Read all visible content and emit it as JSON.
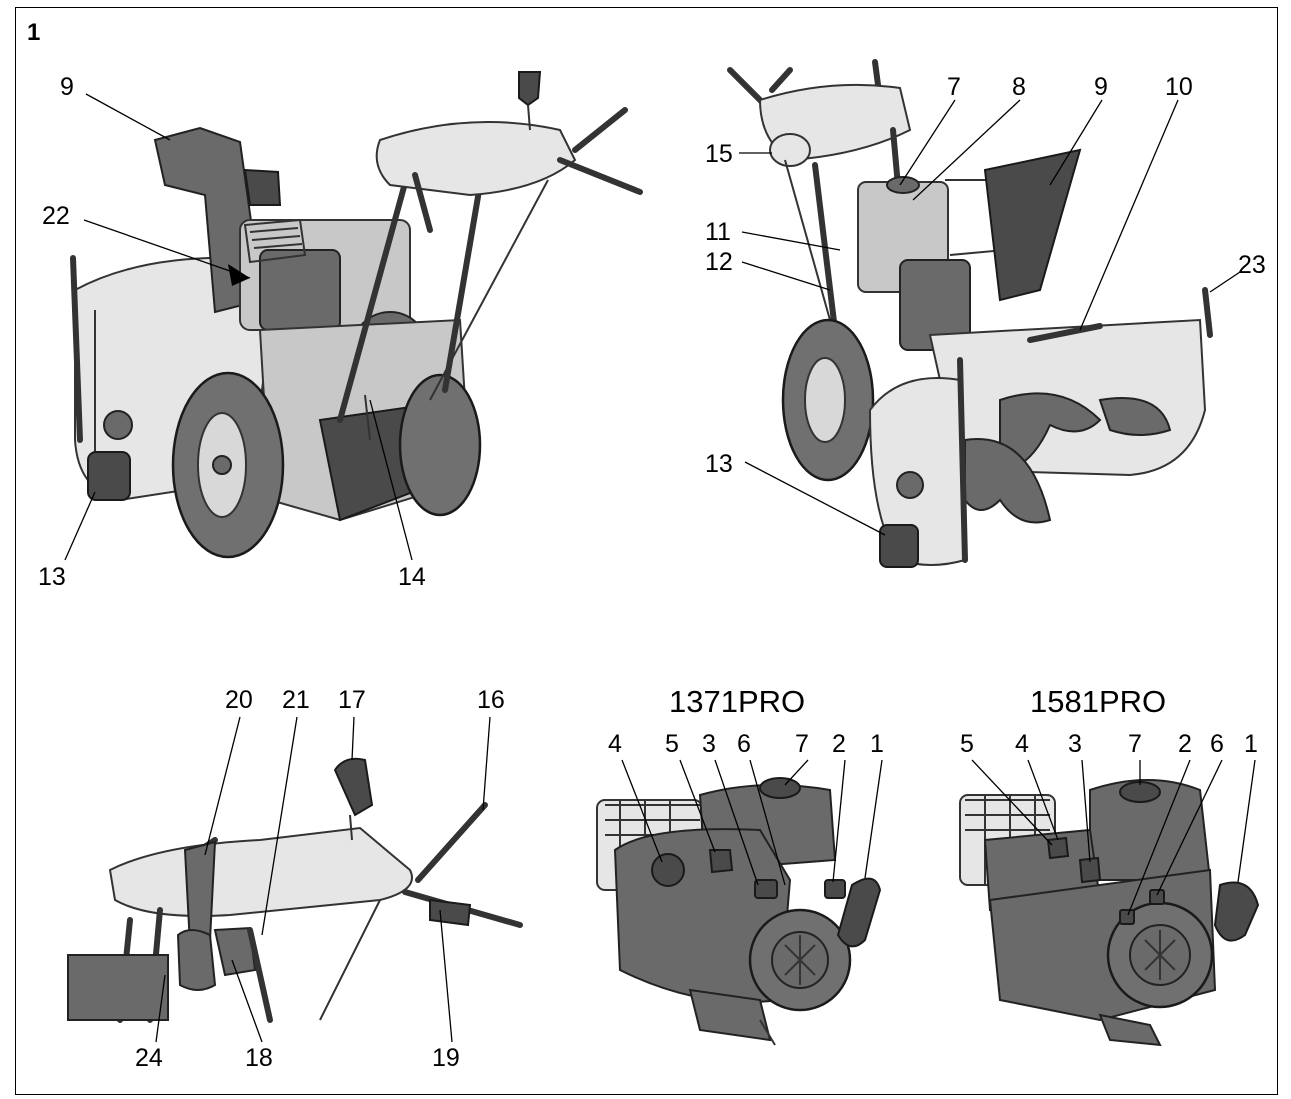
{
  "figure_number": "1",
  "models": {
    "left": "1371PRO",
    "right": "1581PRO"
  },
  "callouts": {
    "top_left": {
      "c9": "9",
      "c22": "22",
      "c13": "13",
      "c14": "14"
    },
    "top_right": {
      "c7": "7",
      "c8": "8",
      "c9": "9",
      "c10": "10",
      "c15": "15",
      "c11": "11",
      "c12": "12",
      "c23": "23",
      "c13": "13"
    },
    "bottom_left": {
      "c20": "20",
      "c21": "21",
      "c17": "17",
      "c16": "16",
      "c24": "24",
      "c18": "18",
      "c19": "19"
    },
    "engine_1371": {
      "c4": "4",
      "c5": "5",
      "c3": "3",
      "c6": "6",
      "c7": "7",
      "c2": "2",
      "c1": "1"
    },
    "engine_1581": {
      "c5": "5",
      "c4": "4",
      "c3": "3",
      "c7": "7",
      "c2": "2",
      "c6": "6",
      "c1": "1"
    }
  },
  "icons": [
    "snow-thrower-rear-view-illustration",
    "snow-thrower-front-view-illustration",
    "control-panel-illustration",
    "engine-1371pro-illustration",
    "engine-1581pro-illustration"
  ]
}
